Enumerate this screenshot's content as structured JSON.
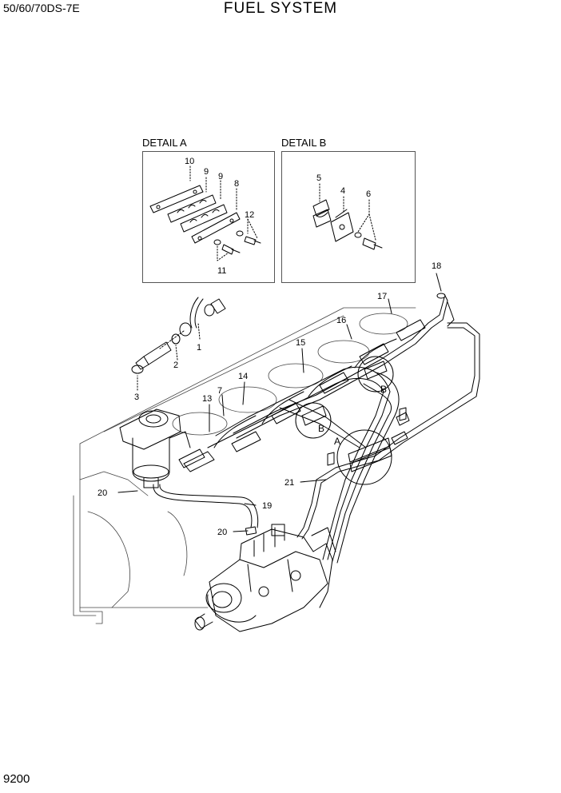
{
  "header": {
    "model": "50/60/70DS-7E",
    "title": "FUEL SYSTEM"
  },
  "footer": {
    "page_number": "9200"
  },
  "details": {
    "a_title": "DETAIL A",
    "b_title": "DETAIL B"
  },
  "callouts": {
    "c1": "1",
    "c2": "2",
    "c3": "3",
    "c4": "4",
    "c5": "5",
    "c6": "6",
    "c7": "7",
    "c8": "8",
    "c9a": "9",
    "c9b": "9",
    "c10": "10",
    "c11": "11",
    "c12": "12",
    "c13": "13",
    "c14": "14",
    "c15": "15",
    "c16": "16",
    "c17": "17",
    "c18": "18",
    "c19": "19",
    "c20a": "20",
    "c20b": "20",
    "c21": "21"
  },
  "markers": {
    "a_main": "A",
    "b_upper": "B",
    "b_lower": "B"
  }
}
